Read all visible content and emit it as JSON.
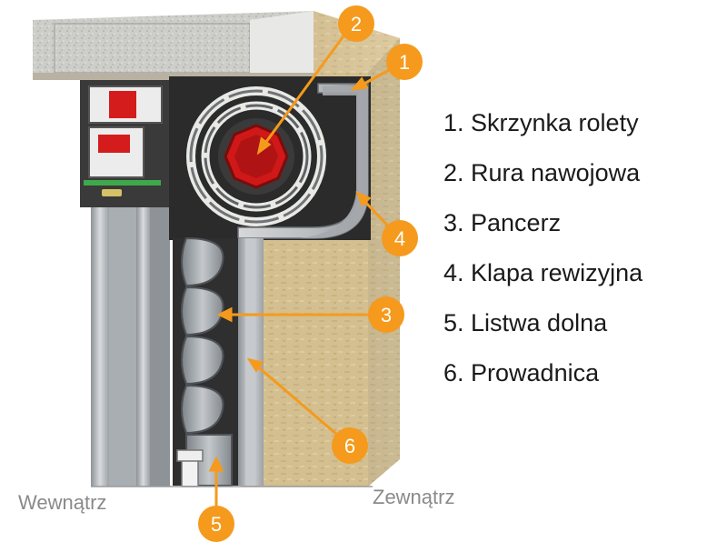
{
  "legend": {
    "items": [
      "1. Skrzynka rolety",
      "2. Rura nawojowa",
      "3. Pancerz",
      "4. Klapa rewizyjna",
      "5. Listwa dolna",
      "6. Prowadnica"
    ]
  },
  "labels": {
    "inside": "Wewnątrz",
    "outside": "Zewnątrz"
  },
  "callouts": [
    "1",
    "2",
    "3",
    "4",
    "5",
    "6"
  ],
  "colors": {
    "callout_orange": "#f59a1c",
    "insulation_tan": "#d8c49a",
    "concrete_gray": "#c9c9c6",
    "roller_tube_red": "#d01818",
    "box_dark": "#2b2b2b",
    "slat_gray": "#9aa0a4"
  }
}
